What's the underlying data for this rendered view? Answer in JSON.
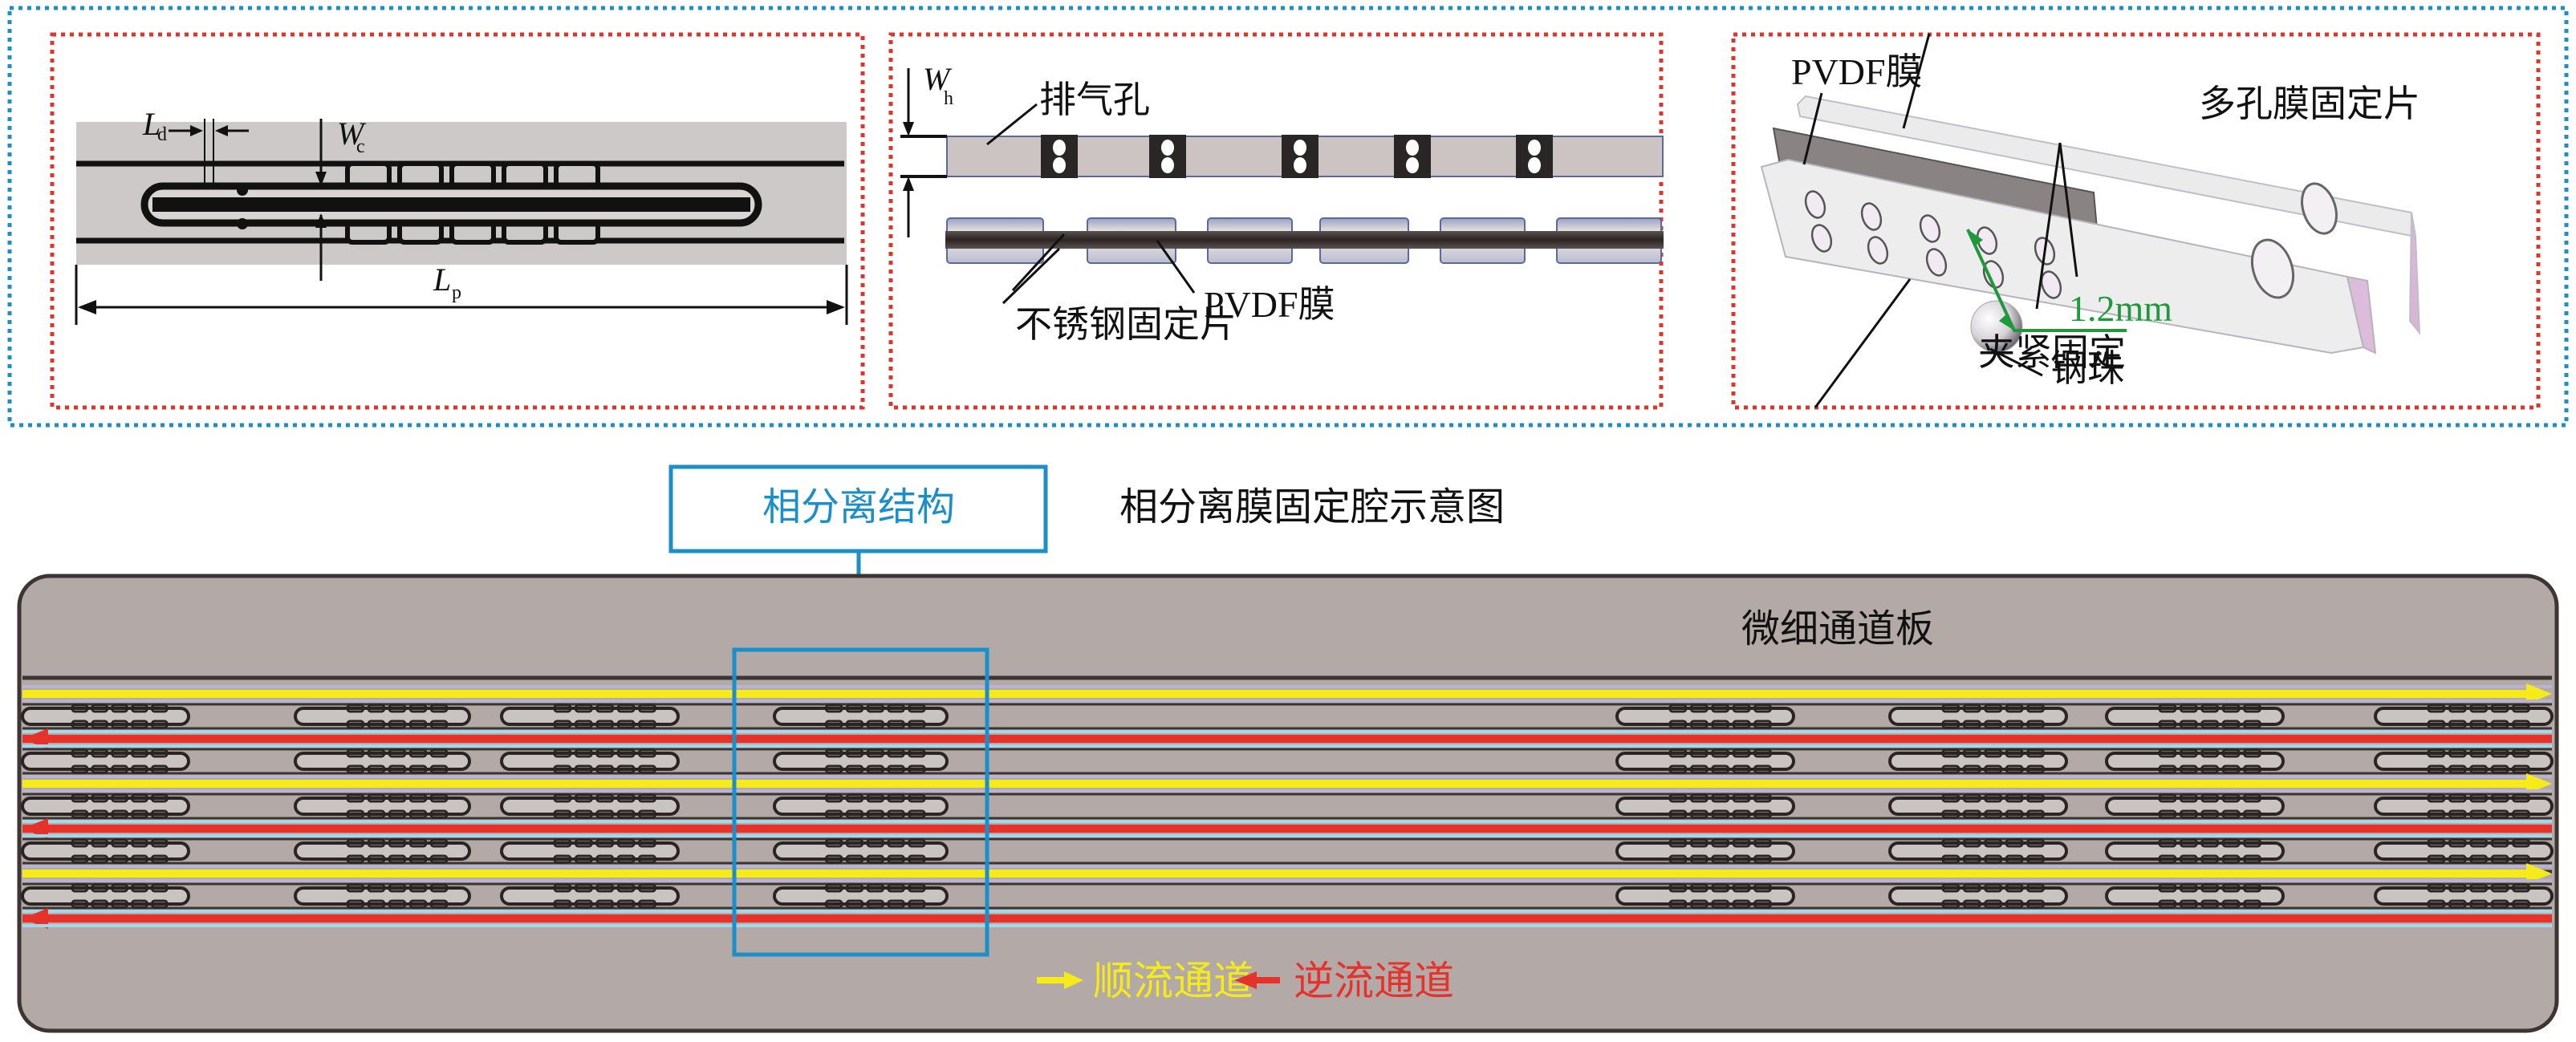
{
  "colors": {
    "outer_border": "#1b8fc9",
    "panel_border": "#e0342b",
    "plate": "#b3aaa7",
    "plate_edge": "#3c3533",
    "forward_flow": "#f5ea1a",
    "reverse_flow": "#e5322b",
    "callout": "#1b8fc9",
    "dimension_green": "#1e9a3c"
  },
  "panel_a": {
    "labels": {
      "Ld_main": "L",
      "Ld_sub": "d",
      "Wc_main": "W",
      "Wc_sub": "c",
      "Lp_main": "L",
      "Lp_sub": "p"
    }
  },
  "panel_b": {
    "labels": {
      "Wh_main": "W",
      "Wh_sub": "h",
      "vent_hole": "排气孔",
      "steel_plate": "不锈钢固定片",
      "pvdf": "PVDF膜"
    }
  },
  "panel_c": {
    "labels": {
      "pvdf": "PVDF膜",
      "porous_plate": "多孔膜固定片",
      "clamp": "夹紧固定",
      "steel_ball": "钢珠",
      "thickness": "1.2mm"
    }
  },
  "callout": {
    "box_label": "相分离结构",
    "caption": "相分离膜固定腔示意图"
  },
  "plate": {
    "title": "微细通道板",
    "legend": {
      "forward": "顺流通道",
      "reverse": "逆流通道"
    },
    "channels": [
      {
        "direction": "forward"
      },
      {
        "direction": "reverse"
      },
      {
        "direction": "forward"
      },
      {
        "direction": "reverse"
      },
      {
        "direction": "forward"
      },
      {
        "direction": "reverse"
      }
    ]
  }
}
